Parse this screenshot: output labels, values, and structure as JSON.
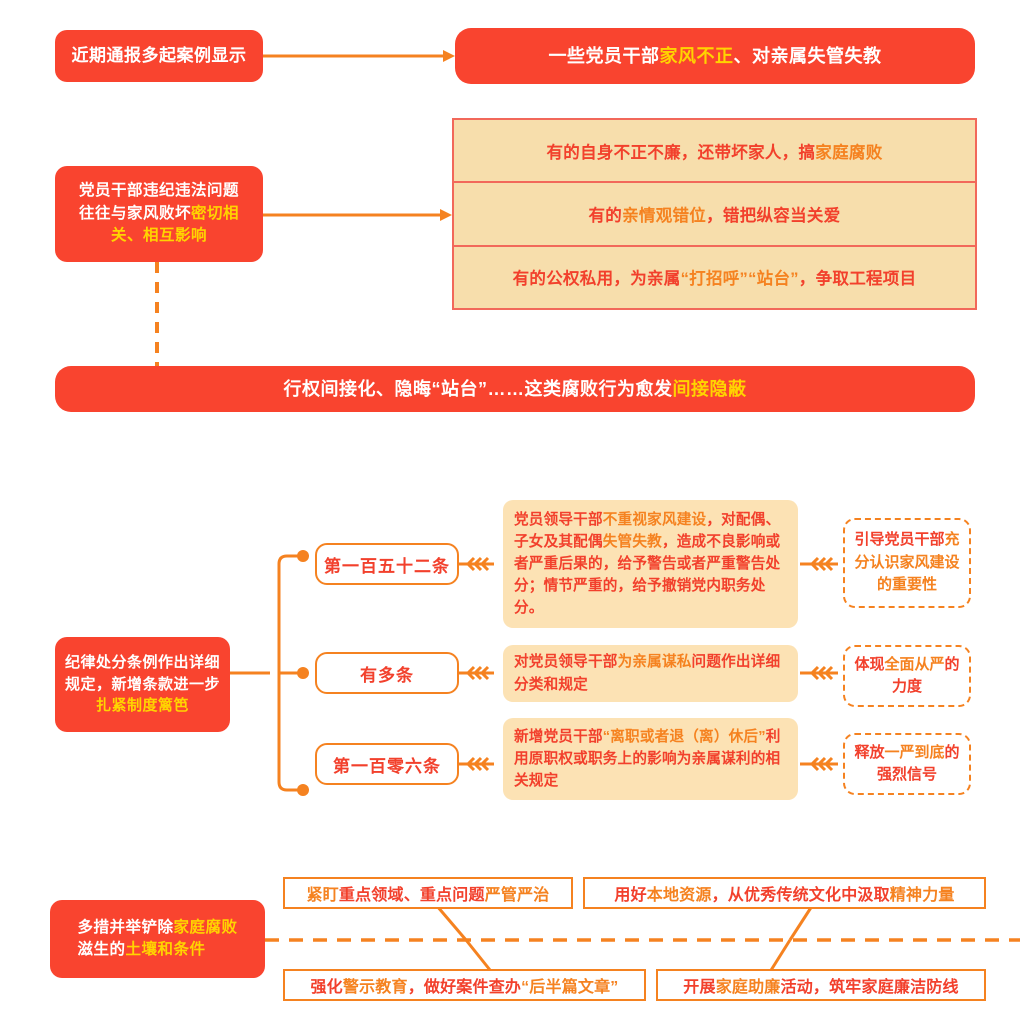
{
  "theme": {
    "red": "#F9442F",
    "orange": "#F58220",
    "yellow": "#FFD400",
    "cream_bg": "#F7DEAC",
    "cream_border": "#F2685A",
    "soft_yellow": "#FCE2B4",
    "text_red": "#F2402C",
    "white": "#FFFFFF",
    "page_bg": "#FFFFFF"
  },
  "section1": {
    "source_box": {
      "text": "近期通报多起案例显示"
    },
    "result_banner": {
      "part1": "一些党员干部",
      "part2_highlight": "家风不正",
      "part3": "、对亲属失管失教"
    }
  },
  "section2": {
    "left_box": {
      "line1": "党员干部违纪违法问题",
      "line2a": "往往与家风败坏",
      "line2b_highlight": "密切相",
      "line3_highlight": "关、相互影响"
    },
    "rows": [
      {
        "a": "有的自身不正不廉，还带坏家人，搞",
        "b_highlight": "家庭腐败",
        "c": ""
      },
      {
        "a": "有的",
        "b_highlight": "亲情观错位",
        "c": "，错把纵容当关爱"
      },
      {
        "a": "有的公权私用，为亲属",
        "b_highlight": "“打招呼”“站台”",
        "c": "，争取工程项目"
      }
    ]
  },
  "section3": {
    "banner": {
      "part1": "行权间接化、隐晦“站台”……这类腐败行为愈发",
      "part2_highlight": "间接隐蔽"
    }
  },
  "section4": {
    "left_box": {
      "line1": "纪律处分条例作出详细",
      "line2": "规定，新增条款进一步",
      "line3_highlight": "扎紧制度篱笆"
    },
    "branches": [
      {
        "label": "第一百五十二条",
        "detail": [
          {
            "text": "党员领导干部",
            "color": "red"
          },
          {
            "text": "不重视家风建设",
            "color": "orange"
          },
          {
            "text": "，对配偶、子女及其配偶",
            "color": "red"
          },
          {
            "text": "失管失教",
            "color": "orange"
          },
          {
            "text": "，造成不良影响或者严重后果的，给予警告或者严重警告处分；情节严重的，给予撤销党内职务处分。",
            "color": "red"
          }
        ],
        "outcome": [
          {
            "text": "引导党员干部",
            "color": "red"
          },
          {
            "text": "充分认识家风",
            "color": "orange"
          },
          {
            "text": "建设的重要性",
            "color": "orange"
          }
        ],
        "outcome_plain": "引导党员干部充分认识家风建设的重要性"
      },
      {
        "label": "有多条",
        "detail": [
          {
            "text": "对党员领导干部",
            "color": "red"
          },
          {
            "text": "为亲属谋私",
            "color": "orange"
          },
          {
            "text": "问题作出详细分类和规定",
            "color": "red"
          }
        ],
        "outcome": [
          {
            "text": "体现",
            "color": "red"
          },
          {
            "text": "全面从严",
            "color": "orange"
          },
          {
            "text": "的力度",
            "color": "red"
          }
        ],
        "outcome_plain": "体现全面从严的力度"
      },
      {
        "label": "第一百零六条",
        "detail": [
          {
            "text": "新增党员干部",
            "color": "red"
          },
          {
            "text": "“离职或者退（离）休后”",
            "color": "orange"
          },
          {
            "text": "利用原职权或职务上的影响为亲属谋利的相关规定",
            "color": "red"
          }
        ],
        "outcome": [
          {
            "text": "释放",
            "color": "red"
          },
          {
            "text": "一严到底",
            "color": "orange"
          },
          {
            "text": "的强烈信号",
            "color": "red"
          }
        ],
        "outcome_plain": "释放一严到底的强烈信号"
      }
    ]
  },
  "section5": {
    "left_box": {
      "line1a": "多措并举铲除",
      "line1b_highlight": "家庭腐败",
      "line2a": "滋生的",
      "line2b_highlight": "土壤和条件"
    },
    "measures": [
      {
        "position": "top-left",
        "parts": [
          {
            "text": "紧盯",
            "color": "orange"
          },
          {
            "text": "重点领域、重点问题",
            "color": "red"
          },
          {
            "text": "严管严治",
            "color": "orange"
          }
        ],
        "plain": "紧盯重点领域、重点问题严管严治"
      },
      {
        "position": "top-right",
        "parts": [
          {
            "text": "用好",
            "color": "red"
          },
          {
            "text": "本地资源",
            "color": "orange"
          },
          {
            "text": "，从优秀传统文化中汲取",
            "color": "red"
          },
          {
            "text": "精神力量",
            "color": "orange"
          }
        ],
        "plain": "用好本地资源，从优秀传统文化中汲取精神力量"
      },
      {
        "position": "bottom-left",
        "parts": [
          {
            "text": "强化",
            "color": "red"
          },
          {
            "text": "警示教育",
            "color": "orange"
          },
          {
            "text": "，做好案件查办",
            "color": "red"
          },
          {
            "text": "“后半篇文章”",
            "color": "orange"
          }
        ],
        "plain": "强化警示教育，做好案件查办“后半篇文章”"
      },
      {
        "position": "bottom-right",
        "parts": [
          {
            "text": "开展",
            "color": "red"
          },
          {
            "text": "家庭助廉",
            "color": "orange"
          },
          {
            "text": "活动，筑牢家庭廉洁防线",
            "color": "red"
          }
        ],
        "plain": "开展家庭助廉活动，筑牢家庭廉洁防线"
      }
    ]
  }
}
